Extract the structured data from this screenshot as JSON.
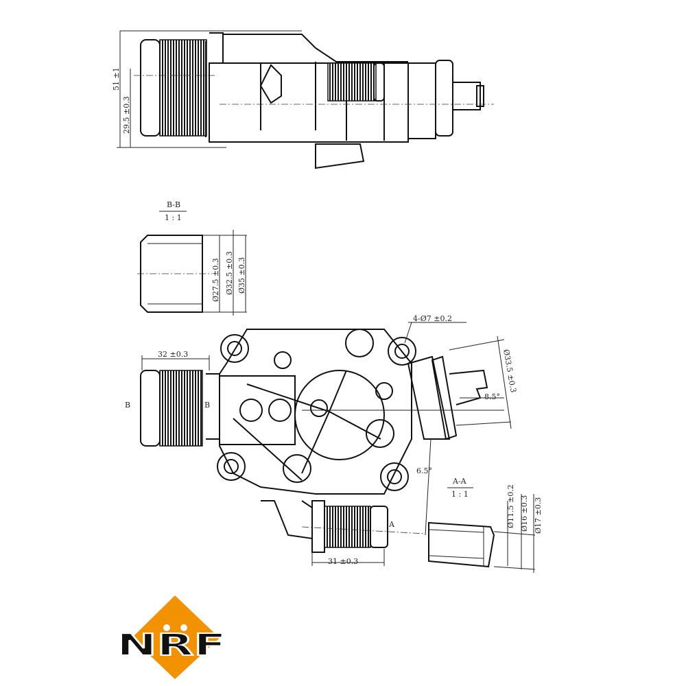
{
  "drawing": {
    "top_view": {
      "dim_height": "51 ±1",
      "dim_center": "29.5 ±0.3"
    },
    "section_bb": {
      "title": "B-B",
      "scale": "1 : 1",
      "dia_inner": "Ø27.5 ±0.3",
      "dia_mid": "Ø32.5 ±0.3",
      "dia_outer": "Ø35 ±0.3"
    },
    "front_view": {
      "dim_inlet_length": "32 ±0.3",
      "section_marker_left": "B",
      "section_marker_right": "B",
      "holes": "4-Ø7 ±0.2",
      "sensor_dia": "Ø33.5 ±0.3",
      "sensor_angle": "8.5°",
      "outlet_angle": "6.5°",
      "section_marker_a": "A",
      "dim_outlet_length": "31 ±0.3"
    },
    "section_aa": {
      "title": "A-A",
      "scale": "1 : 1",
      "dia_inner": "Ø11.5 ±0.2",
      "dia_mid": "Ø16 ±0.3",
      "dia_outer": "Ø17 ±0.3"
    }
  },
  "logo": {
    "text": "NRF",
    "color": "#f39200"
  }
}
